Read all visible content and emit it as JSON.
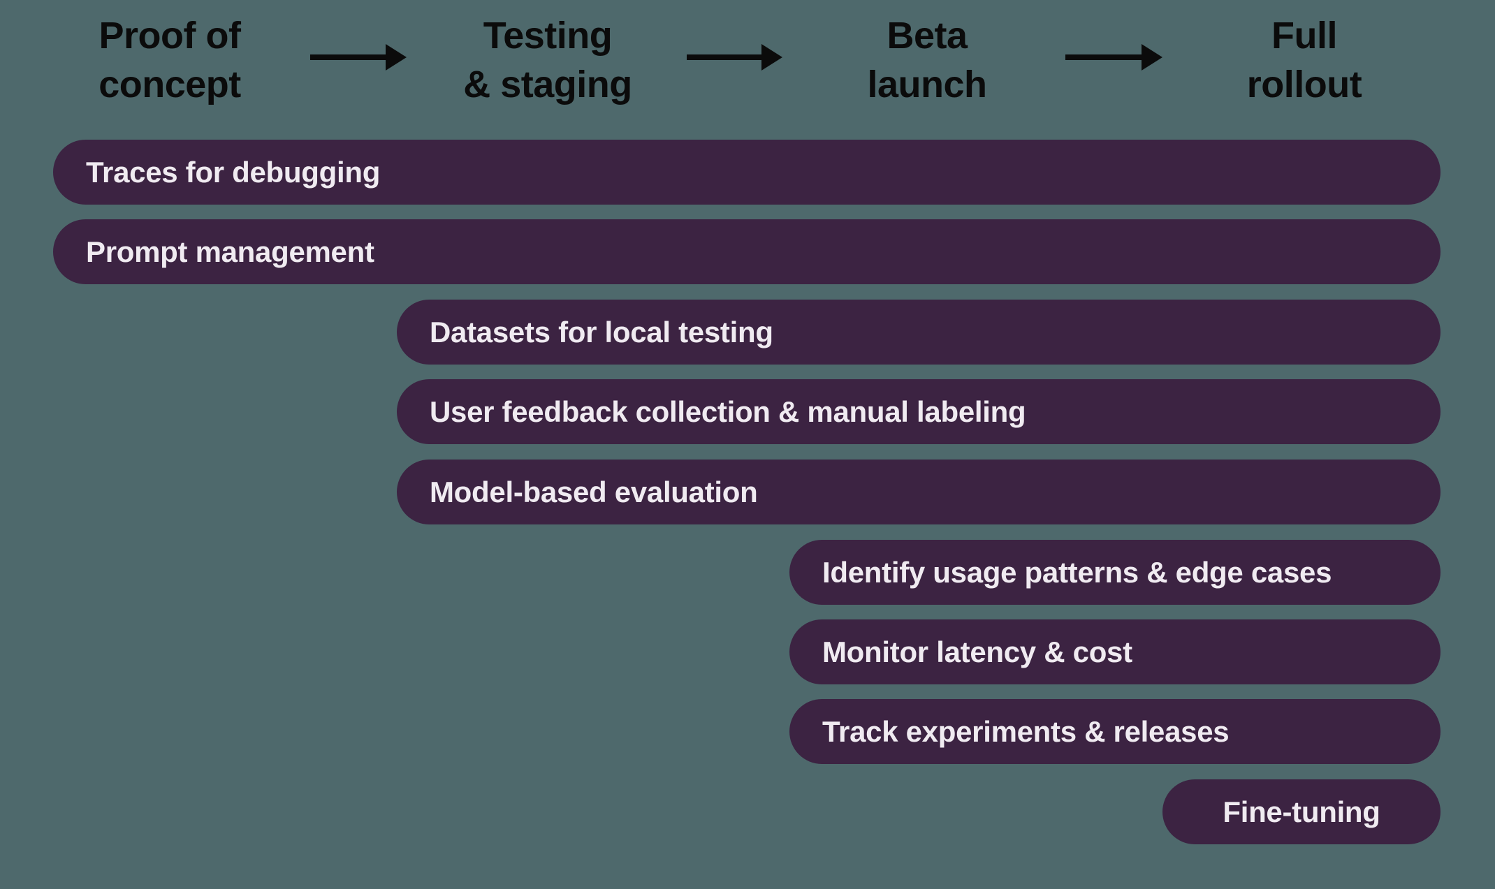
{
  "colors": {
    "background": "#4E696C",
    "bar_fill": "#3C2342",
    "bar_text": "#F0EBF1",
    "header_text": "#0B0B0B",
    "arrow": "#0B0B0B"
  },
  "phases": [
    {
      "line1": "Proof of",
      "line2": "concept"
    },
    {
      "line1": "Testing",
      "line2": "& staging"
    },
    {
      "line1": "Beta",
      "line2": "launch"
    },
    {
      "line1": "Full",
      "line2": "rollout"
    }
  ],
  "bars": [
    {
      "label": "Traces for debugging",
      "start_phase": "Proof of concept",
      "end_phase": "Full rollout"
    },
    {
      "label": "Prompt management",
      "start_phase": "Proof of concept",
      "end_phase": "Full rollout"
    },
    {
      "label": "Datasets for local testing",
      "start_phase": "Testing & staging",
      "end_phase": "Full rollout"
    },
    {
      "label": "User feedback collection & manual labeling",
      "start_phase": "Testing & staging",
      "end_phase": "Full rollout"
    },
    {
      "label": "Model-based evaluation",
      "start_phase": "Testing & staging",
      "end_phase": "Full rollout"
    },
    {
      "label": "Identify usage patterns & edge cases",
      "start_phase": "Beta launch",
      "end_phase": "Full rollout"
    },
    {
      "label": "Monitor latency & cost",
      "start_phase": "Beta launch",
      "end_phase": "Full rollout"
    },
    {
      "label": "Track experiments & releases",
      "start_phase": "Beta launch",
      "end_phase": "Full rollout"
    },
    {
      "label": "Fine-tuning",
      "start_phase": "Full rollout",
      "end_phase": "Full rollout"
    }
  ]
}
